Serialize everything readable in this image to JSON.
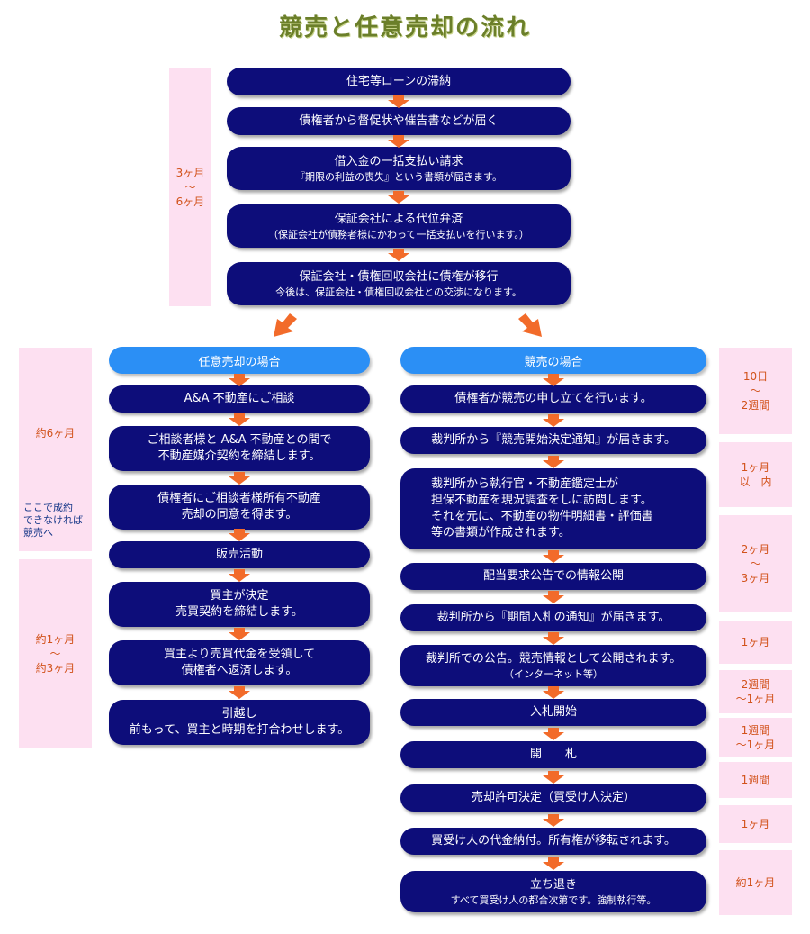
{
  "title": "競売と任意売却の流れ",
  "top_flow": [
    {
      "main": "住宅等ローンの滞納"
    },
    {
      "main": "債権者から督促状や催告書などが届く"
    },
    {
      "main": "借入金の一括支払い請求",
      "sub": "『期限の利益の喪失』という書類が届きます。"
    },
    {
      "main": "保証会社による代位弁済",
      "sub": "（保証会社が債務者様にかわって一括支払いを行います。）"
    },
    {
      "main": "保証会社・債権回収会社に債権が移行",
      "sub": "今後は、保証会社・債権回収会社との交渉になります。"
    }
  ],
  "top_period": {
    "line1": "3ヶ月",
    "line2": "〜",
    "line3": "6ヶ月"
  },
  "left": {
    "header": "任意売却の場合",
    "steps": [
      {
        "main": "A&A 不動産にご相談"
      },
      {
        "main": "ご相談者様と A&A 不動産との間で",
        "main2": "不動産媒介契約を締結します。"
      },
      {
        "main": "債権者にご相談者様所有不動産",
        "main2": "売却の同意を得ます。"
      },
      {
        "main": "販売活動"
      },
      {
        "main": "買主が決定",
        "main2": "売買契約を締結します。"
      },
      {
        "main": "買主より売買代金を受領して",
        "main2": "債権者へ返済します。"
      },
      {
        "main": "引越し",
        "main2": "前もって、買主と時期を打合わせします。"
      }
    ],
    "period1": "約6ヶ月",
    "note": [
      "ここで成約",
      "できなければ",
      "競売へ"
    ],
    "period2": {
      "line1": "約1ヶ月",
      "line2": "〜",
      "line3": "約3ヶ月"
    }
  },
  "right": {
    "header": "競売の場合",
    "steps": [
      {
        "lines": [
          "債権者が競売の申し立てを行います。"
        ]
      },
      {
        "lines": [
          "裁判所から『競売開始決定通知』が届きます。"
        ]
      },
      {
        "lines": [
          "裁判所から執行官・不動産鑑定士が",
          "担保不動産を現況調査をしに訪問します。",
          "それを元に、不動産の物件明細書・評価書",
          "等の書類が作成されます。"
        ]
      },
      {
        "lines": [
          "配当要求公告での情報公開"
        ]
      },
      {
        "lines": [
          "裁判所から『期間入札の通知』が届きます。"
        ]
      },
      {
        "lines": [
          "裁判所での公告。競売情報として公開されます。"
        ],
        "sub": "（インターネット等）"
      },
      {
        "lines": [
          "入札開始"
        ]
      },
      {
        "lines": [
          "開　　札"
        ]
      },
      {
        "lines": [
          "売却許可決定（買受け人決定）"
        ]
      },
      {
        "lines": [
          "買受け人の代金納付。所有権が移転されます。"
        ]
      },
      {
        "lines": [
          "立ち退き"
        ],
        "sub": "すべて買受け人の都合次第です。強制執行等。"
      }
    ],
    "periods": [
      [
        "10日",
        "〜",
        "2週間"
      ],
      [
        "1ヶ月",
        "以　内"
      ],
      [
        "2ヶ月",
        "〜",
        "3ヶ月"
      ],
      [
        "1ヶ月"
      ],
      [
        "2週間",
        "〜1ヶ月"
      ],
      [
        "1週間",
        "〜1ヶ月"
      ],
      [
        "1週間"
      ],
      [
        "1ヶ月"
      ],
      [
        "約1ヶ月"
      ]
    ]
  },
  "colors": {
    "box": "#0d0d7a",
    "header": "#2b8ff5",
    "arrow": "#f26b2a",
    "period_bg": "#fde0f1",
    "period_text": "#d2521b",
    "title": "#6b7f2a"
  }
}
